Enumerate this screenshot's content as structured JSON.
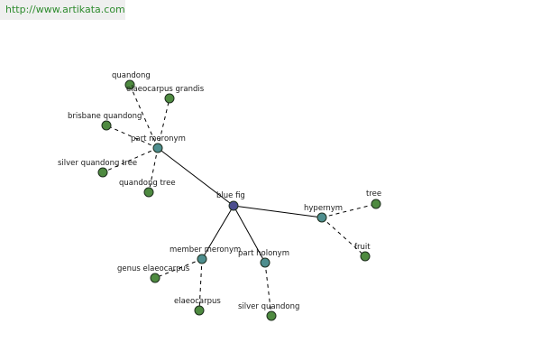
{
  "header": {
    "link_text": "http://www.artikata.com"
  },
  "colors": {
    "root_node": "#4b4e8e",
    "relation_node": "#4e8e8e",
    "term_node": "#4e8a40",
    "edge": "#000000",
    "link": "#2e8b2e"
  },
  "graph": {
    "root": {
      "id": "blue-fig",
      "label": "blue fig"
    },
    "relations": [
      {
        "id": "part-meronym",
        "label": "part meronym",
        "terms": [
          {
            "id": "quandong",
            "label": "quandong"
          },
          {
            "id": "elaeocarpus-grandis",
            "label": "elaeocarpus grandis"
          },
          {
            "id": "brisbane-quandong",
            "label": "brisbane quandong"
          },
          {
            "id": "silver-quandong-tree",
            "label": "silver quandong tree"
          },
          {
            "id": "quandong-tree",
            "label": "quandong tree"
          }
        ]
      },
      {
        "id": "hypernym",
        "label": "hypernym",
        "terms": [
          {
            "id": "tree",
            "label": "tree"
          },
          {
            "id": "fruit",
            "label": "fruit"
          }
        ]
      },
      {
        "id": "member-meronym",
        "label": "member meronym",
        "terms": [
          {
            "id": "genus-elaeocarpus",
            "label": "genus elaeocarpus"
          },
          {
            "id": "elaeocarpus",
            "label": "elaeocarpus"
          }
        ]
      },
      {
        "id": "part-holonym",
        "label": "part holonym",
        "terms": [
          {
            "id": "silver-quandong",
            "label": "silver quandong"
          }
        ]
      }
    ]
  }
}
